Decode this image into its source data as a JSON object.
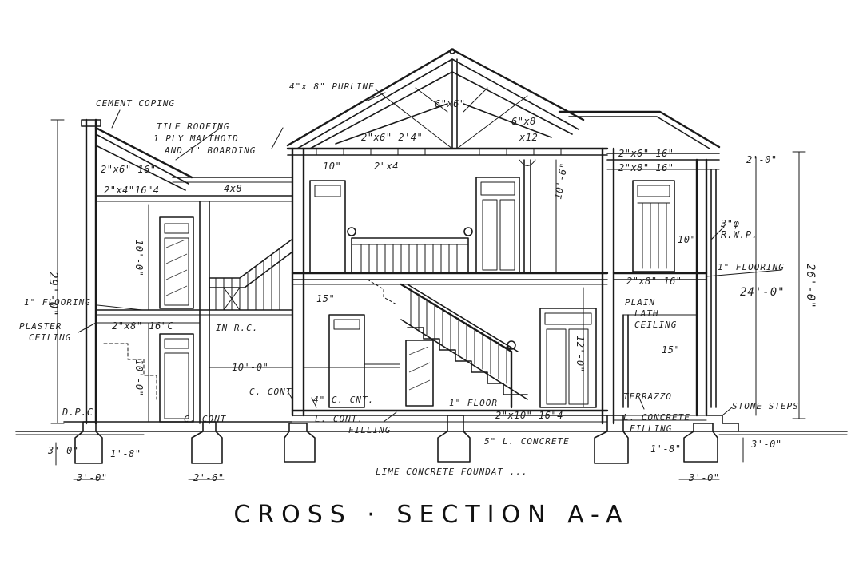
{
  "title": "CROSS · SECTION A-A",
  "labels": {
    "cement_coping": "CEMENT COPING",
    "purline": "4\"x 8\" PURLINE",
    "tile_roofing_1": "TILE ROOFING",
    "tile_roofing_2": "1 PLY MALTHOID",
    "tile_roofing_3": "AND 1\" BOARDING",
    "joist_2x6_16": "2\"x6\" 16\"",
    "joist_2x4_16": "2\"x4\"16\"4",
    "beam_4x8": "4x8",
    "collar_2x6_24": "2\"x6\" 2'4\"",
    "brace_6x6": "6\"x6\"",
    "tie_6x8": "6\"x8",
    "tie_12": "x12",
    "dim_10": "10\"",
    "plate_2x4": "2\"x4",
    "plate_2x6_r": "2\"x6\" 16\"",
    "plate_2x8_r": "2\"x8\" 16\"",
    "dim_2_0_top": "2'-0\"",
    "dim_29_0": "29'-0\"",
    "dim_10_0_upper": "10'-0\"",
    "dim_10_6": "10'-6\"",
    "dim_3_4_rwp": "3\"φ",
    "rwp": "R.W.P.",
    "dim_10_right": "10\"",
    "flooring_right": "1\" FLOORING",
    "joist_right": "2\"x8\" 16\"",
    "dim_24_0": "24'-0\"",
    "dim_26_0": "26'-0\"",
    "flooring_left": "1\" FLOORING",
    "plaster_1": "PLASTER",
    "plaster_2": "CEILING",
    "joist_left": "2\"x8\" 16\"C",
    "in_rc": "IN R.C.",
    "dim_15_left": "15\"",
    "dim_10_0_lower": "10'-0\"",
    "dim_10_0_left": "10'-0\"",
    "plain_1": "PLAIN",
    "plain_2": "LATH",
    "plain_3": "CEILING",
    "dim_15_right": "15\"",
    "dim_12_0": "12'-0\"",
    "c_cont_1": "C. CONT",
    "c_cont_2": "C. CONT",
    "cont_4": "4\" C. CNT.",
    "l_cont_1": "L. CONT.",
    "l_cont_2": "FILLING",
    "floor_1": "1\" FLOOR",
    "joist_2x10": "2\"x10\" 16\"4",
    "terrazzo": "TERRAZZO",
    "l_concrete_1": "L. CONCRETE",
    "l_concrete_2": "FILLING",
    "stone_steps": "STONE STEPS",
    "dpc": "D.P.C.",
    "concrete_5": "5\" L. CONCRETE",
    "foundation": "LIME CONCRETE FOUNDAT ...",
    "dim_3_0_left": "3'-0\"",
    "dim_1_8_left": "1'-8\"",
    "dim_3_0_bottom": "3'-0\"",
    "dim_2_6": "2'-6\"",
    "dim_1_8_right": "1'-8\"",
    "dim_3_0_right": "3'-0\"",
    "dim_3_0_far": "3'-0\""
  }
}
